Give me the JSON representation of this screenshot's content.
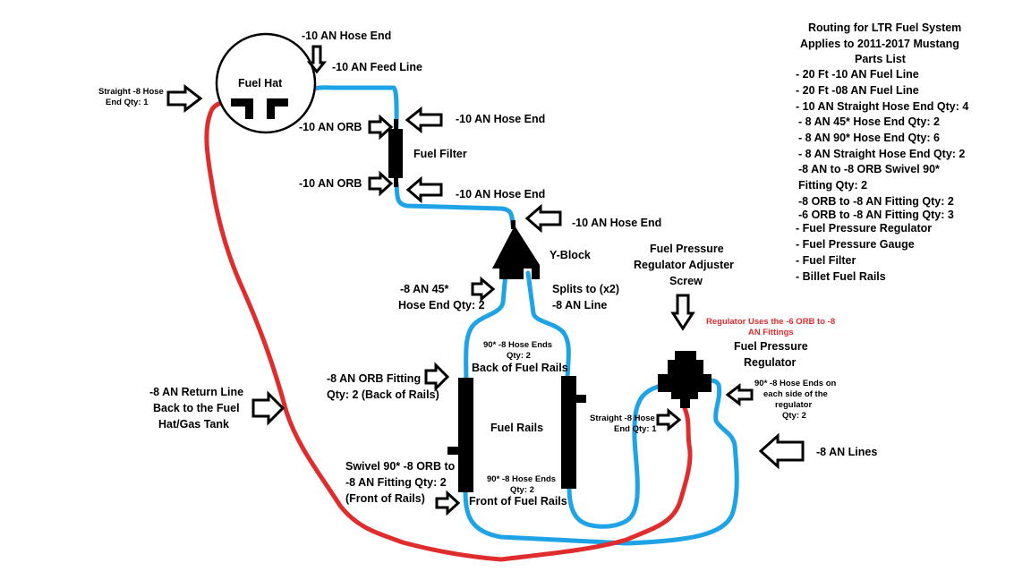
{
  "parts_list": {
    "title_lines": [
      "Routing for LTR Fuel System",
      "Applies to 2011-2017 Mustang",
      "Parts List"
    ],
    "items": [
      "- 20 Ft -10 AN Fuel Line",
      "- 20 Ft -08 AN Fuel Line",
      "- 10 AN Straight Hose End Qty: 4",
      "- 8 AN 45* Hose End Qty: 2",
      "- 8 AN 90* Hose End Qty: 6",
      "- 8 AN Straight Hose End Qty: 2",
      "-8 AN to -8 ORB Swivel 90*",
      "Fitting Qty: 2",
      "-8 ORB to -8 AN Fitting Qty: 2",
      "-6 ORB to -8 AN Fitting Qty: 3",
      "- Fuel Pressure Regulator",
      "- Fuel Pressure Gauge",
      "- Fuel Filter",
      "- Billet Fuel Rails"
    ]
  },
  "labels": {
    "fuel_hat": "Fuel Hat",
    "hose_end_top": "-10 AN Hose End",
    "feed_line": "-10 AN Feed Line",
    "straight_8_hose": [
      "Straight -8 Hose",
      "End Qty: 1"
    ],
    "orb_top": "-10 AN ORB",
    "hose_end_filter_top": "-10 AN Hose End",
    "fuel_filter": "Fuel Filter",
    "orb_bottom": "-10 AN ORB",
    "hose_end_filter_bottom": "-10 AN Hose End",
    "hose_end_yblock": "-10 AN Hose End",
    "y_block": "Y-Block",
    "hose_end_45": [
      "-8 AN 45*",
      "Hose End Qty: 2"
    ],
    "splits_to": [
      "Splits to (x2)",
      "-8 AN Line"
    ],
    "fpr_adjuster": [
      "Fuel Pressure",
      "Regulator Adjuster",
      "Screw"
    ],
    "regulator_note": [
      "Regulator Uses the -6 ORB to -8",
      "AN Fittings"
    ],
    "fpr": [
      "Fuel Pressure",
      "Regulator"
    ],
    "hose_ends_90_back": [
      "90* -8 Hose Ends",
      "Qty: 2"
    ],
    "back_of_rails": "Back of Fuel Rails",
    "orb_fitting": [
      "-8 AN ORB Fitting",
      "Qty: 2 (Back of Rails)"
    ],
    "return_line": [
      "-8 AN Return Line",
      "Back to the Fuel",
      "Hat/Gas Tank"
    ],
    "fuel_rails": "Fuel Rails",
    "straight_8_hose_reg": [
      "Straight -8 Hose",
      "End Qty: 1"
    ],
    "hose_ends_90_reg": [
      "90* -8 Hose Ends on",
      "each side of the",
      "regulator",
      "Qty: 2"
    ],
    "an_lines": "-8 AN Lines",
    "swivel": [
      "Swivel 90* -8 ORB to",
      "-8 AN Fitting Qty: 2",
      "(Front of Rails)"
    ],
    "hose_ends_90_front": [
      "90* -8 Hose Ends",
      "Qty: 2"
    ],
    "front_of_rails": "Front of Fuel Rails"
  },
  "colors": {
    "feed_hose": "#1ea3e6",
    "return_hose": "#e02c2c",
    "note_text": "#e02c2c"
  }
}
